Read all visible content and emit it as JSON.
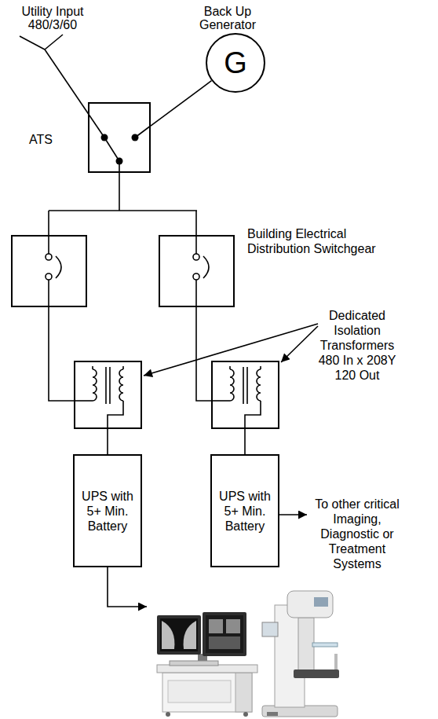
{
  "diagram": {
    "nodes": [
      {
        "text": [
          "Back Up Generator",
          "G"
        ]
      },
      {
        "text": [
          "ATS"
        ]
      },
      {
        "text": [
          "UPS with 5+ Min. Battery"
        ]
      },
      {
        "text": [
          "UPS with 5+ Min. Battery"
        ]
      }
    ],
    "edges": [
      {
        "from": 0,
        "to": 1,
        "arrow": "none"
      }
    ],
    "labels": [
      "Utility Input 480/3/60",
      "Building Electrical Distribution Switchgear",
      "Dedicated Isolation Transformers 480 In x 208Y 120 Out",
      "To other critical Imaging, Diagnostic or Treatment Systems"
    ]
  }
}
